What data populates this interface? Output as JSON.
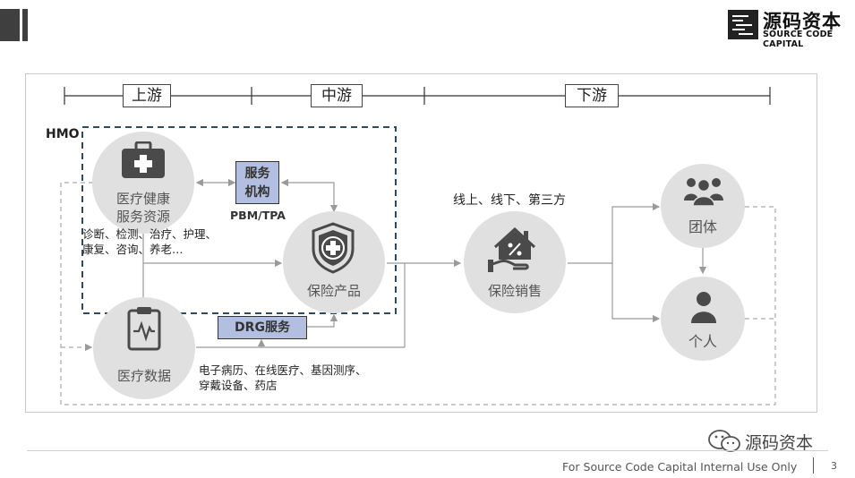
{
  "brand": {
    "name_cn": "源码资本",
    "name_en": "SOURCE CODE CAPITAL"
  },
  "stages": {
    "upstream": "上游",
    "midstream": "中游",
    "downstream": "下游"
  },
  "hmo_label": "HMO",
  "nodes": {
    "medical_resources": {
      "line1": "医疗健康",
      "line2": "服务资源"
    },
    "service_org": {
      "line1": "服务",
      "line2": "机构",
      "caption": "PBM/TPA"
    },
    "insurance_product": {
      "label": "保险产品"
    },
    "medical_data": {
      "label": "医疗数据"
    },
    "drg_service": {
      "label": "DRG服务"
    },
    "insurance_sales": {
      "label": "保险销售",
      "channels": "线上、线下、第三方"
    },
    "group": {
      "label": "团体"
    },
    "individual": {
      "label": "个人"
    }
  },
  "notes": {
    "resources_line1": "诊断、检测、治疗、护理、",
    "resources_line2": "康复、咨询、养老…",
    "data_line1": "电子病历、在线医疗、基因测序、",
    "data_line2": "穿戴设备、药店"
  },
  "footer": {
    "text": "For Source Code Capital Internal Use Only",
    "page": "3"
  },
  "watermark": "源码资本",
  "colors": {
    "circle_fill": "#e0e0e0",
    "icon_dark": "#4a4a4a",
    "box_blue": "#b3bfe0",
    "hmo_border": "#2f4a5e"
  }
}
